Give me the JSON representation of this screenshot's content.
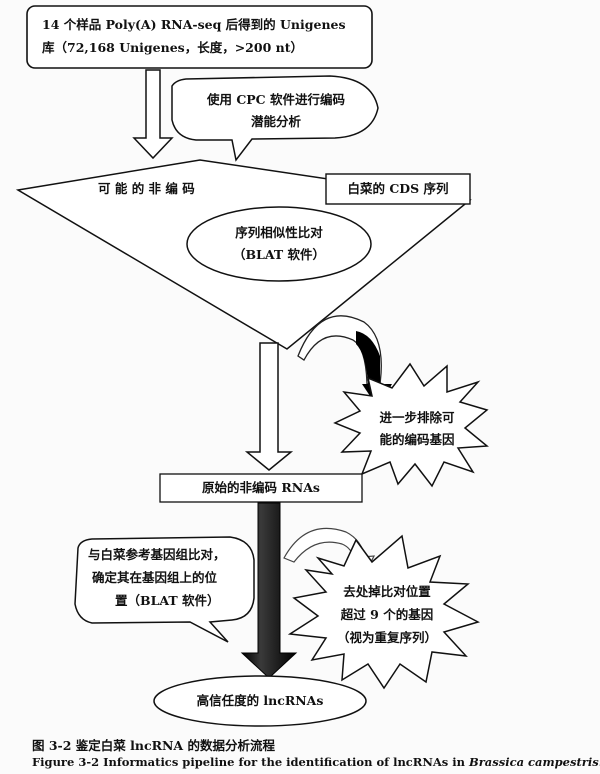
{
  "nodes": {
    "source_box": {
      "line1": "14 个样品 Poly(A) RNA-seq 后得到的 Unigenes",
      "line2": "库（72,168 Unigenes，长度，>200 nt）"
    },
    "cpc_bubble": {
      "line1": "使用 CPC 软件进行编码",
      "line2": "潜能分析"
    },
    "possible_noncoding": "可 能 的 非 编 码",
    "cds_box": "白菜的 CDS 序列",
    "blat_ellipse": {
      "line1": "序列相似性比对",
      "line2": "（BLAT 软件）"
    },
    "exclude_burst": {
      "line1": "进一步排除可",
      "line2": "能的编码基因"
    },
    "raw_rna_box": "原始的非编码 RNAs",
    "genome_bubble": {
      "line1": "与白菜参考基因组比对，",
      "line2": "确定其在基因组上的位",
      "line3": "置（BLAT 软件）"
    },
    "remove_burst": {
      "line1": "去处掉比对位置",
      "line2": "超过 9 个的基因",
      "line3": "（视为重复序列）"
    },
    "final_ellipse": "高信任度的 lncRNAs"
  },
  "caption": {
    "cn": "图 3-2 鉴定白菜 lncRNA 的数据分析流程",
    "en_main": "Figure 3-2 Informatics pipeline for the identification of lncRNAs in ",
    "en_species": "Brassica campestris."
  }
}
